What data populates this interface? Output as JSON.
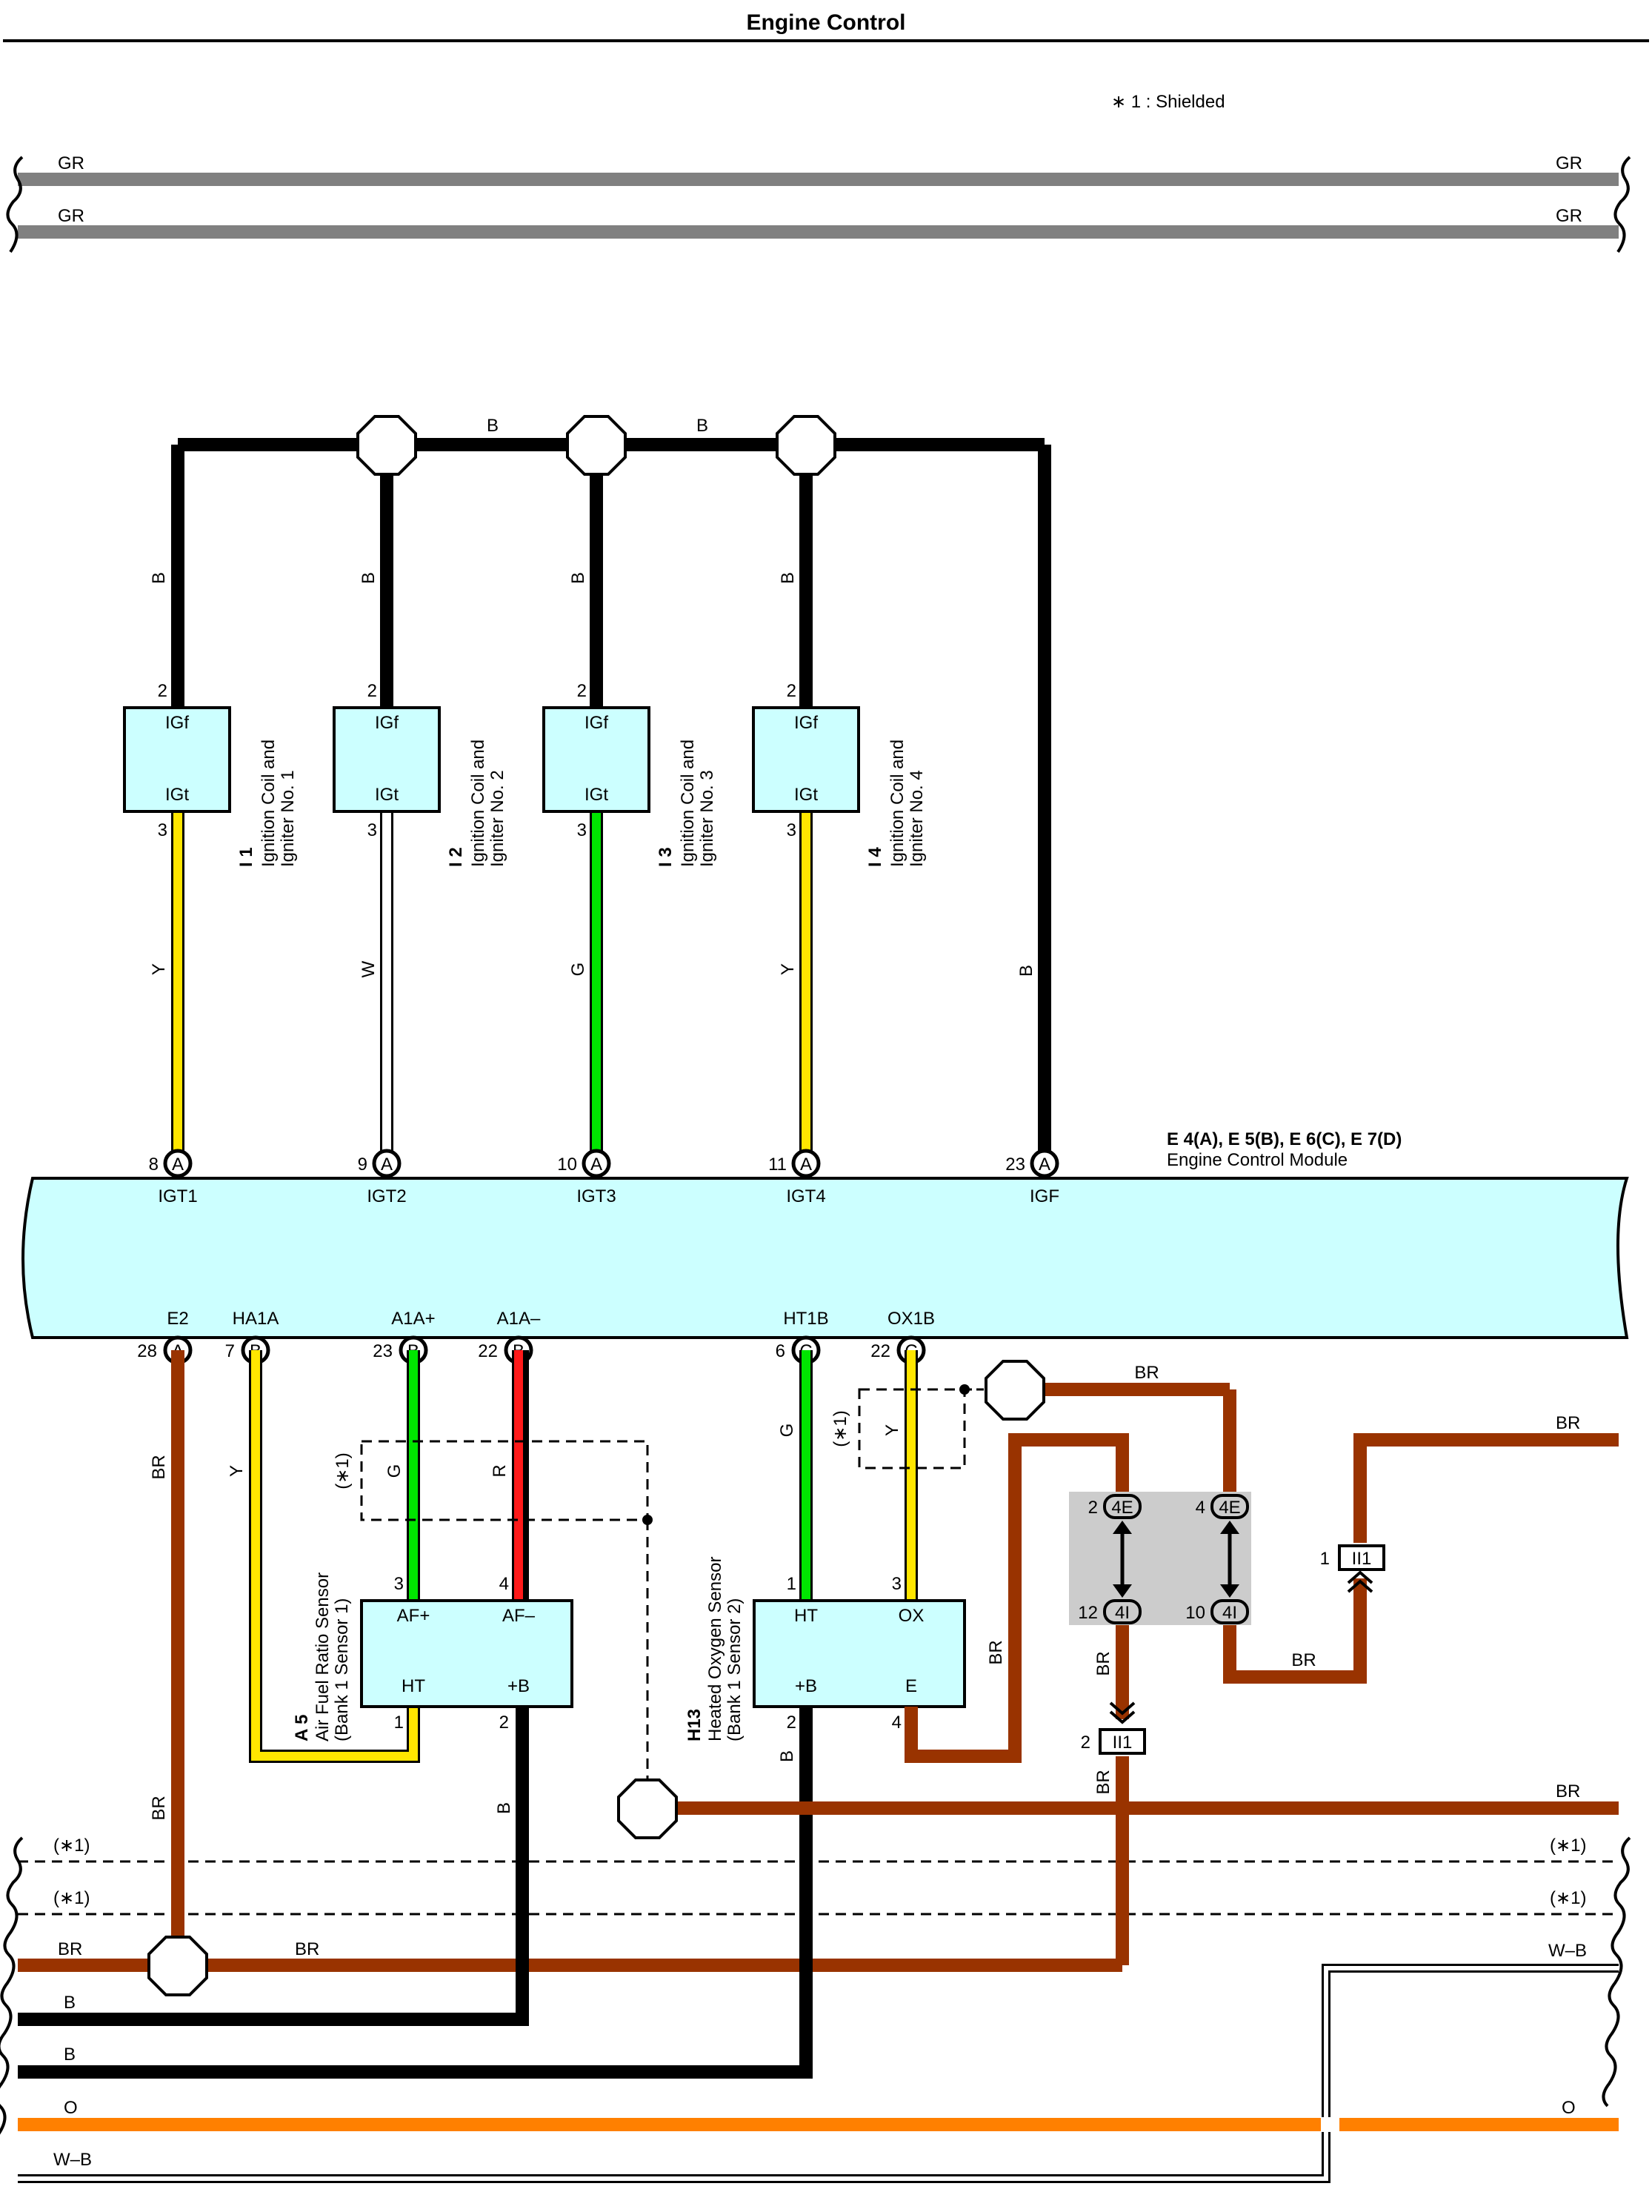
{
  "title": "Engine Control",
  "legend": "∗ 1 : Shielded",
  "colors": {
    "B": "#000000",
    "BR": "#993300",
    "GR": "#808080",
    "Y": "#ffe600",
    "G": "#00e600",
    "R": "#ff1a1a",
    "O": "#ff8000",
    "W": "#ffffff",
    "ecm": "#ccffff",
    "box": "#ccffff",
    "relay": "#cccccc"
  },
  "wires": {
    "B": "B",
    "BR": "BR",
    "GR": "GR",
    "Y": "Y",
    "W": "W",
    "G": "G",
    "R": "R",
    "O": "O",
    "WB": "W–B",
    "shield": "(∗1)"
  },
  "ecm": {
    "connectors": "E 4(A), E 5(B), E 6(C), E 7(D)",
    "name": "Engine Control Module",
    "top_pins": [
      {
        "num": "8",
        "conn": "A",
        "label": "IGT1"
      },
      {
        "num": "9",
        "conn": "A",
        "label": "IGT2"
      },
      {
        "num": "10",
        "conn": "A",
        "label": "IGT3"
      },
      {
        "num": "11",
        "conn": "A",
        "label": "IGT4"
      },
      {
        "num": "23",
        "conn": "A",
        "label": "IGF"
      }
    ],
    "bottom_pins": [
      {
        "num": "28",
        "conn": "A",
        "label": "E2"
      },
      {
        "num": "7",
        "conn": "B",
        "label": "HA1A"
      },
      {
        "num": "23",
        "conn": "B",
        "label": "A1A+"
      },
      {
        "num": "22",
        "conn": "B",
        "label": "A1A–"
      },
      {
        "num": "6",
        "conn": "C",
        "label": "HT1B"
      },
      {
        "num": "22",
        "conn": "C",
        "label": "OX1B"
      }
    ]
  },
  "coils": [
    {
      "id": "I 1",
      "name1": "Ignition Coil and",
      "name2": "Igniter No. 1",
      "top": "IGf",
      "bottom": "IGt",
      "pin_top": "2",
      "pin_bottom": "3"
    },
    {
      "id": "I 2",
      "name1": "Ignition Coil and",
      "name2": "Igniter No. 2",
      "top": "IGf",
      "bottom": "IGt",
      "pin_top": "2",
      "pin_bottom": "3"
    },
    {
      "id": "I 3",
      "name1": "Ignition Coil and",
      "name2": "Igniter No. 3",
      "top": "IGf",
      "bottom": "IGt",
      "pin_top": "2",
      "pin_bottom": "3"
    },
    {
      "id": "I 4",
      "name1": "Ignition Coil and",
      "name2": "Igniter No. 4",
      "top": "IGf",
      "bottom": "IGt",
      "pin_top": "2",
      "pin_bottom": "3"
    }
  ],
  "af_sensor": {
    "id": "A 5",
    "name1": "Air Fuel Ratio Sensor",
    "name2": "(Bank 1 Sensor 1)",
    "t1": "AF+",
    "t2": "AF–",
    "t3": "HT",
    "t4": "+B",
    "p1": "3",
    "p2": "4",
    "p3": "1",
    "p4": "2"
  },
  "o2_sensor": {
    "id": "H13",
    "name1": "Heated Oxygen Sensor",
    "name2": "(Bank 1 Sensor 2)",
    "t1": "HT",
    "t2": "OX",
    "t3": "+B",
    "t4": "E",
    "p1": "1",
    "p2": "3",
    "p3": "2",
    "p4": "4"
  },
  "junction": {
    "left_top_pin": "2",
    "left_top_label": "4E",
    "left_bottom_pin": "12",
    "left_bottom_label": "4I",
    "right_top_pin": "4",
    "right_top_label": "4E",
    "right_bottom_pin": "10",
    "right_bottom_label": "4I"
  },
  "connector_ii1": {
    "label": "II1",
    "pin_upper": "1",
    "pin_lower": "2"
  }
}
